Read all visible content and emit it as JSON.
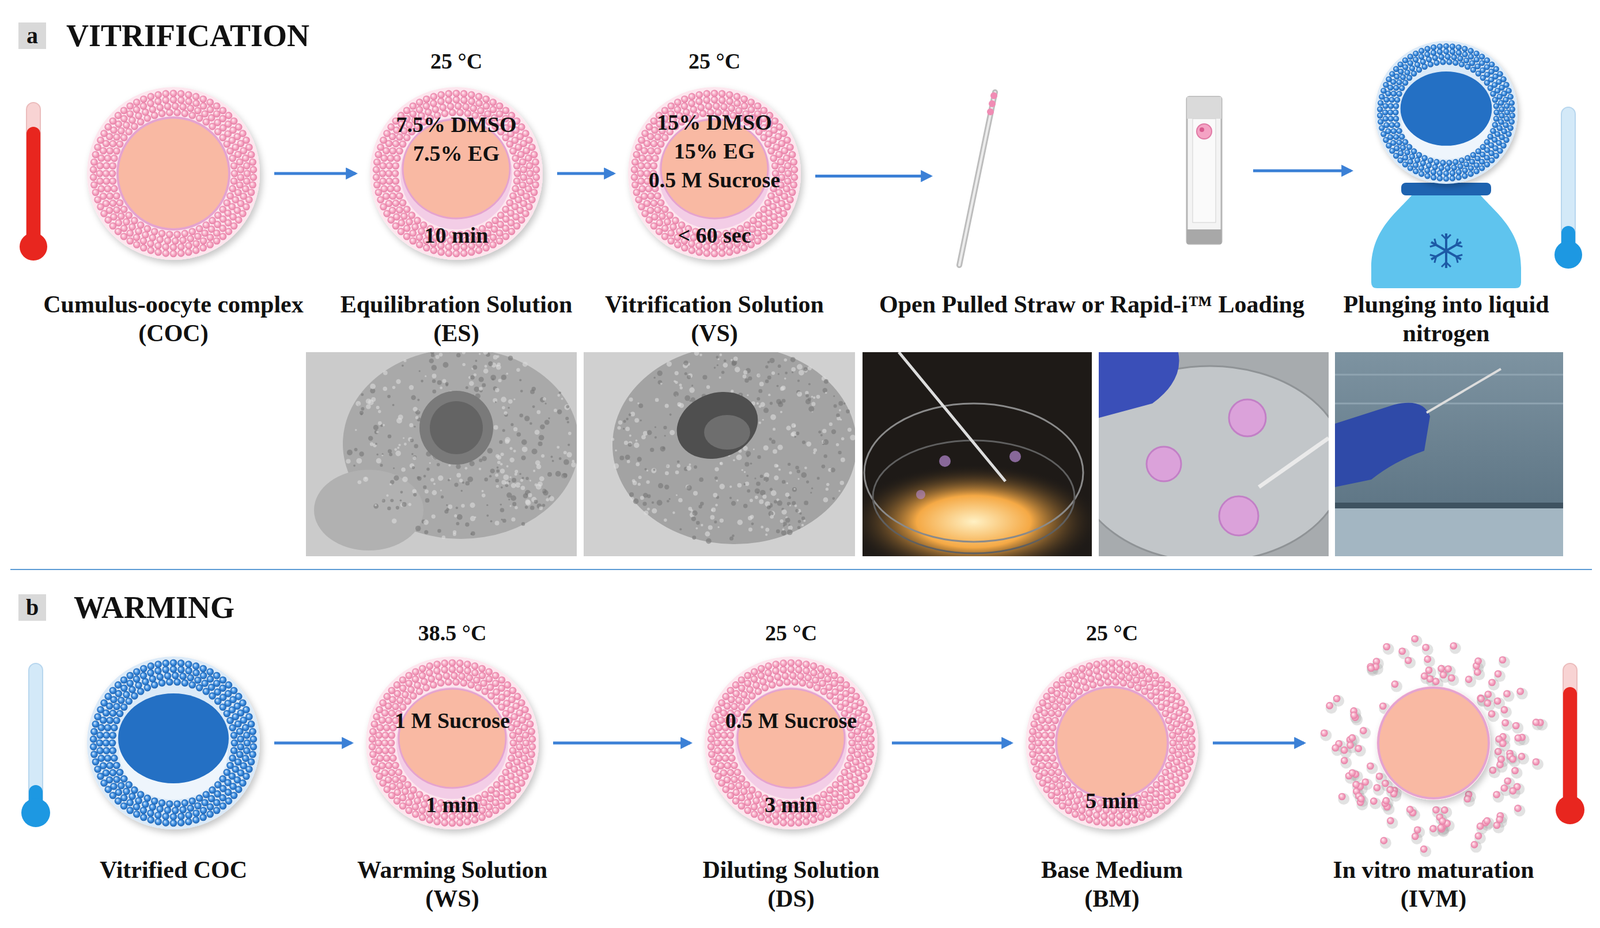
{
  "diagram": {
    "nodes": [
      {
        "text": [
          "Cumulus-oocyte complex (COC)"
        ]
      },
      {
        "text": [
          "25 °C",
          "7.5% DMSO",
          "7.5% EG",
          "10 min",
          "Equilibration Solution (ES)"
        ]
      },
      {
        "text": [
          "25 °C",
          "15% DMSO",
          "15% EG",
          "0.5 M Sucrose",
          "< 60 sec",
          "Vitrification Solution (VS)"
        ]
      },
      {
        "text": [
          "Open Pulled Straw or Rapid-i™ Loading"
        ]
      },
      {
        "text": [
          "Plunging into liquid nitrogen"
        ]
      },
      {
        "text": [
          "Vitrified COC"
        ]
      },
      {
        "text": [
          "38.5 °C",
          "1 M Sucrose",
          "1 min",
          "Warming Solution (WS)"
        ]
      },
      {
        "text": [
          "25 °C",
          "0.5 M Sucrose",
          "3 min",
          "Diluting Solution (DS)"
        ]
      },
      {
        "text": [
          "25 °C",
          "5 min",
          "Base Medium (BM)"
        ]
      },
      {
        "text": [
          "In vitro maturation (IVM)"
        ]
      }
    ],
    "edges": [
      {
        "from": 0,
        "to": 1,
        "arrow": "to"
      },
      {
        "from": 1,
        "to": 2,
        "arrow": "to"
      },
      {
        "from": 2,
        "to": 3,
        "arrow": "to"
      },
      {
        "from": 3,
        "to": 4,
        "arrow": "to"
      },
      {
        "from": 5,
        "to": 6,
        "arrow": "to"
      },
      {
        "from": 6,
        "to": 7,
        "arrow": "to"
      },
      {
        "from": 7,
        "to": 8,
        "arrow": "to"
      },
      {
        "from": 8,
        "to": 9,
        "arrow": "to"
      }
    ],
    "labels": [
      "a",
      "VITRIFICATION",
      "b",
      "WARMING"
    ]
  }
}
